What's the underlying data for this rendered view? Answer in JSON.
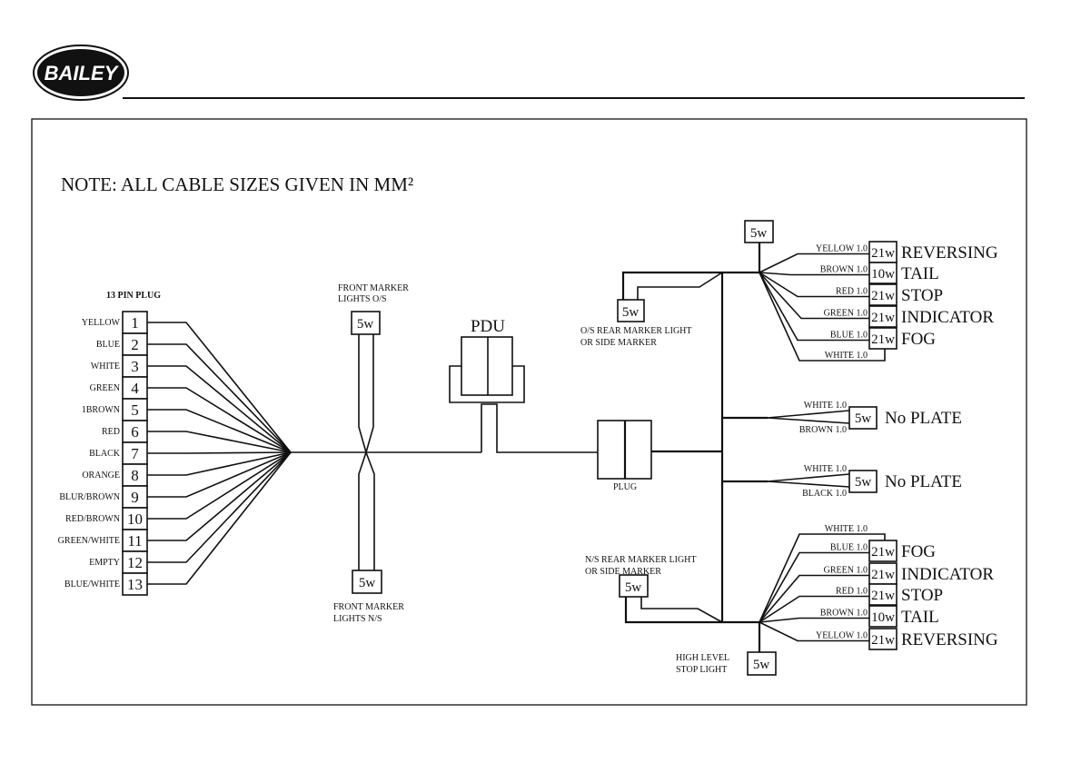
{
  "header": {
    "logo_text": "BAILEY"
  },
  "note": "NOTE: ALL CABLE SIZES GIVEN IN MM²",
  "plug13": {
    "title": "13 PIN PLUG",
    "pins": [
      {
        "num": "1",
        "color": "YELLOW"
      },
      {
        "num": "2",
        "color": "BLUE"
      },
      {
        "num": "3",
        "color": "WHITE"
      },
      {
        "num": "4",
        "color": "GREEN"
      },
      {
        "num": "5",
        "color": "1BROWN"
      },
      {
        "num": "6",
        "color": "RED"
      },
      {
        "num": "7",
        "color": "BLACK"
      },
      {
        "num": "8",
        "color": "ORANGE"
      },
      {
        "num": "9",
        "color": "BLUR/BROWN"
      },
      {
        "num": "10",
        "color": "RED/BROWN"
      },
      {
        "num": "11",
        "color": "GREEN/WHITE"
      },
      {
        "num": "12",
        "color": "EMPTY"
      },
      {
        "num": "13",
        "color": "BLUE/WHITE"
      }
    ]
  },
  "front_marker_os": {
    "line1": "FRONT MARKER",
    "line2": "LIGHTS O/S",
    "watt": "5w"
  },
  "front_marker_ns": {
    "line1": "FRONT MARKER",
    "line2": "LIGHTS N/S",
    "watt": "5w"
  },
  "pdu": {
    "label": "PDU"
  },
  "plug": {
    "label": "PLUG"
  },
  "os_rear_marker": {
    "line1": "O/S REAR MARKER LIGHT",
    "line2": "OR SIDE MARKER",
    "watt": "5w"
  },
  "ns_rear_marker": {
    "line1": "N/S REAR MARKER LIGHT",
    "line2": "OR SIDE MARKER",
    "watt": "5w"
  },
  "top_lamp_watt": "5w",
  "high_level_stop": {
    "line1": "HIGH LEVEL",
    "line2": "STOP LIGHT",
    "watt": "5w"
  },
  "rear_cluster_top": {
    "wires": [
      {
        "wire": "YELLOW 1.0",
        "watt": "21w",
        "func": "REVERSING"
      },
      {
        "wire": "BROWN 1.0",
        "watt": "10w",
        "func": "TAIL"
      },
      {
        "wire": "RED 1.0",
        "watt": "21w",
        "func": "STOP"
      },
      {
        "wire": "GREEN 1.0",
        "watt": "21w",
        "func": "INDICATOR"
      },
      {
        "wire": "BLUE 1.0",
        "watt": "21w",
        "func": "FOG"
      }
    ],
    "earth": "WHITE 1.0"
  },
  "plate_lights": [
    {
      "wire_top": "WHITE 1.0",
      "wire_bottom": "BROWN 1.0",
      "watt": "5w",
      "label": "No PLATE"
    },
    {
      "wire_top": "WHITE 1.0",
      "wire_bottom": "BLACK 1.0",
      "watt": "5w",
      "label": "No PLATE"
    }
  ],
  "rear_cluster_bottom": {
    "earth": "WHITE 1.0",
    "wires": [
      {
        "wire": "BLUE 1.0",
        "watt": "21w",
        "func": "FOG"
      },
      {
        "wire": "GREEN 1.0",
        "watt": "21w",
        "func": "INDICATOR"
      },
      {
        "wire": "RED 1.0",
        "watt": "21w",
        "func": "STOP"
      },
      {
        "wire": "BROWN 1.0",
        "watt": "10w",
        "func": "TAIL"
      },
      {
        "wire": "YELLOW 1.0",
        "watt": "21w",
        "func": "REVERSING"
      }
    ]
  }
}
